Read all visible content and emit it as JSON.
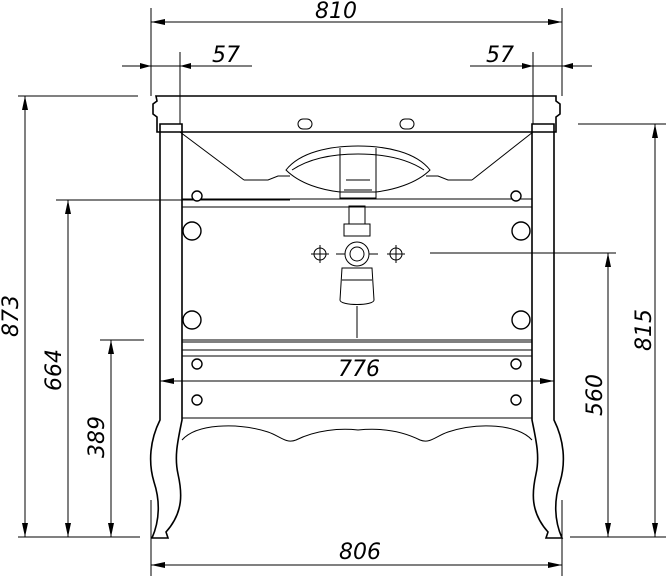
{
  "dimensions": {
    "width_top": "810",
    "left_offset": "57",
    "right_offset": "57",
    "inner_width": "776",
    "width_bottom": "806",
    "height_total": "873",
    "height_664": "664",
    "height_389": "389",
    "height_815": "815",
    "height_560": "560"
  },
  "colors": {
    "line": "#000000",
    "background": "#ffffff"
  }
}
